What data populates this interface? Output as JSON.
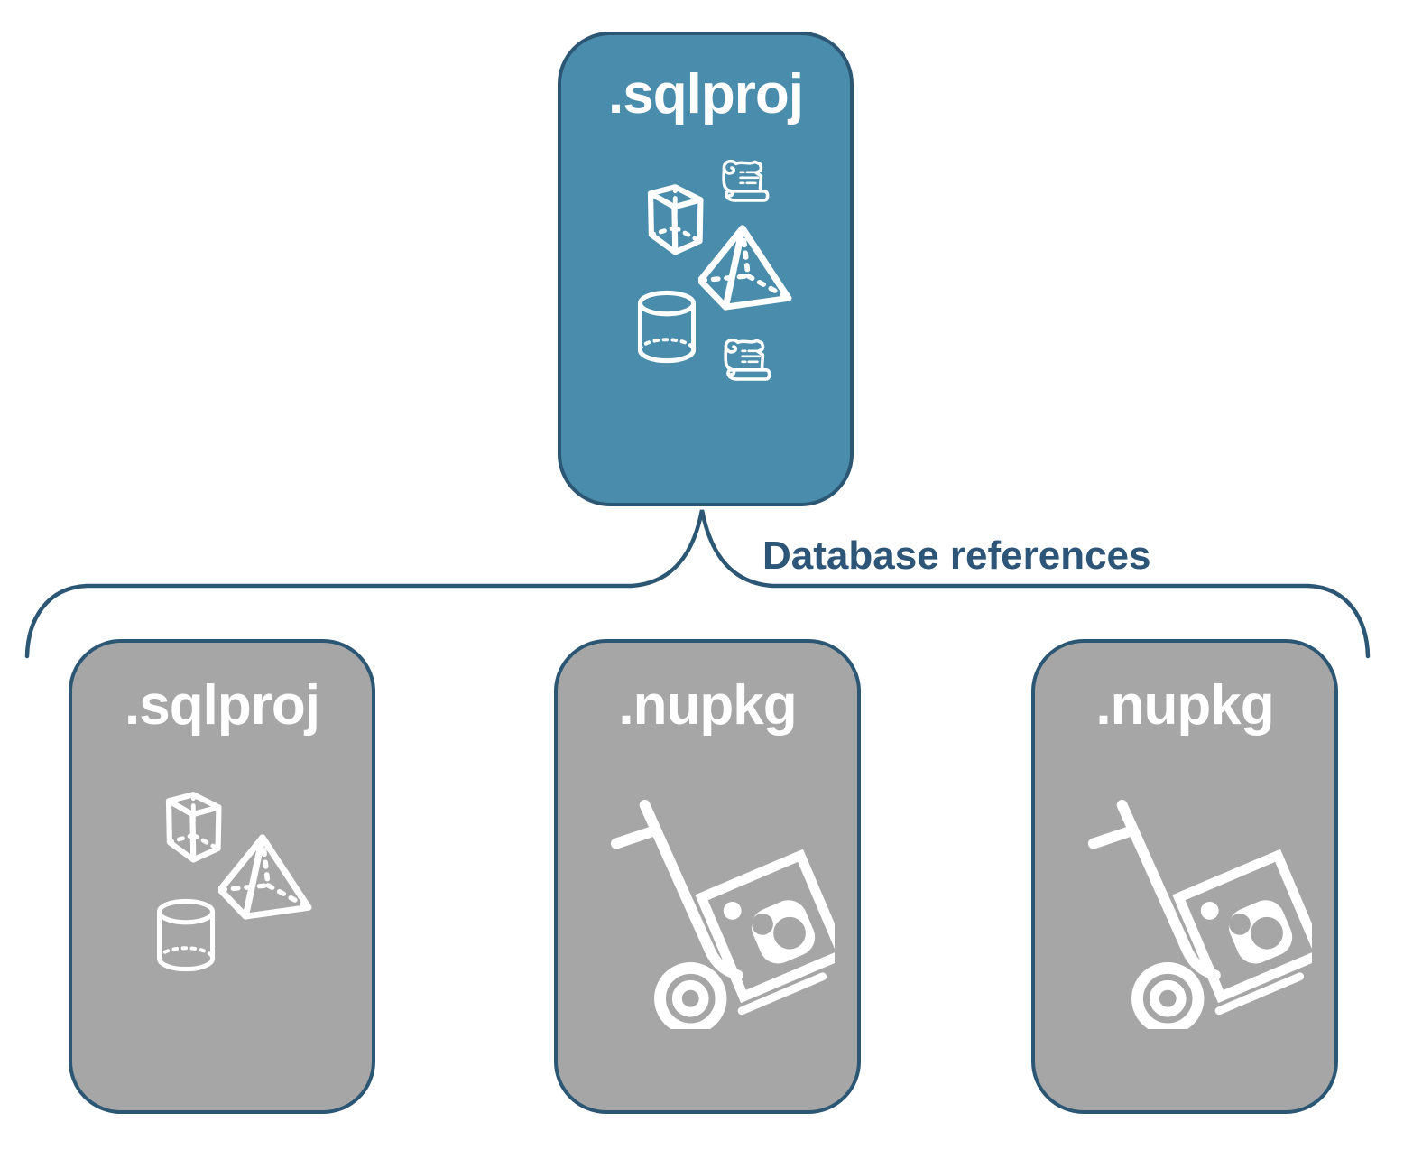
{
  "page": {
    "background": "#FFFFFF"
  },
  "diagram": {
    "root": {
      "label": ".sqlproj",
      "kind": "sql-project",
      "fill": "#4A8CAB",
      "icons": [
        "cube-icon",
        "script-scroll-icon",
        "pyramid-icon",
        "database-cylinder-icon",
        "script-scroll-icon"
      ]
    },
    "edge_label": "Database references",
    "children": [
      {
        "label": ".sqlproj",
        "kind": "sql-project",
        "fill": "#A6A6A6",
        "icons": [
          "cube-icon",
          "pyramid-icon",
          "database-cylinder-icon"
        ]
      },
      {
        "label": ".nupkg",
        "kind": "nuget-package",
        "fill": "#A6A6A6",
        "icons": [
          "nuget-dolly-icon"
        ]
      },
      {
        "label": ".nupkg",
        "kind": "nuget-package",
        "fill": "#A6A6A6",
        "icons": [
          "nuget-dolly-icon"
        ]
      }
    ],
    "colors": {
      "border": "#2B5674",
      "connector": "#2B5674",
      "edge_label_text": "#2D5578",
      "icon_stroke": "#FFFFFF",
      "root_fill": "#4A8CAB",
      "child_fill": "#A6A6A6",
      "background": "#FFFFFF"
    }
  }
}
